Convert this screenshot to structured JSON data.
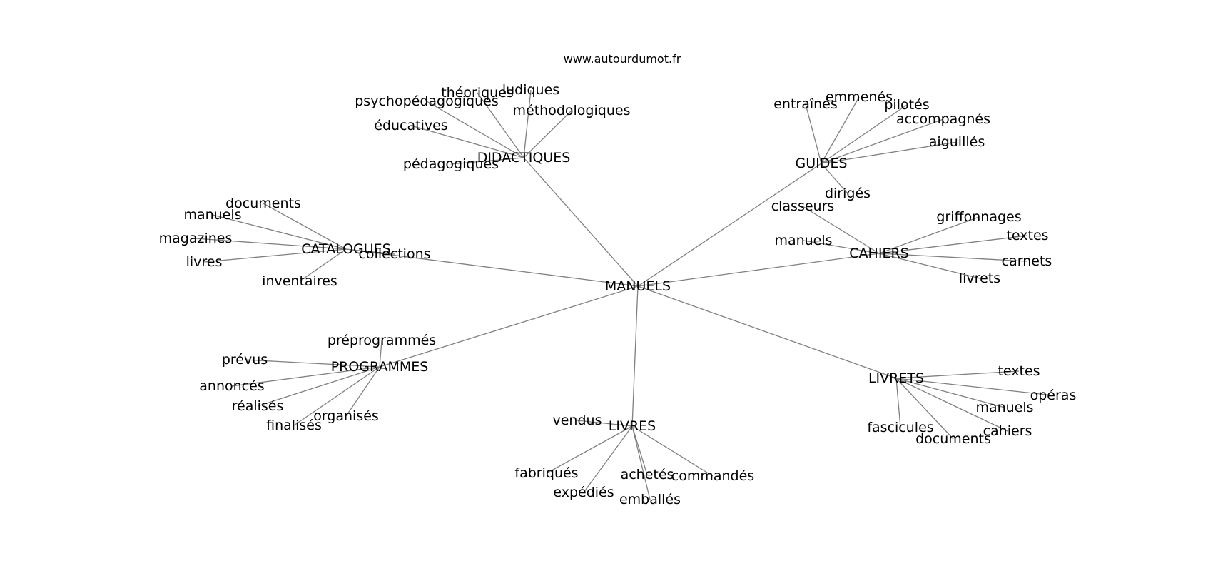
{
  "credit": "www.autourdumot.fr",
  "root": "MANUELS",
  "clusters": [
    {
      "hub": "DIDACTIQUES",
      "leaves": [
        "psychopédagogiques",
        "théoriques",
        "ludiques",
        "méthodologiques",
        "éducatives",
        "pédagogiques"
      ]
    },
    {
      "hub": "GUIDES",
      "leaves": [
        "entraînés",
        "emmenés",
        "pilotés",
        "accompagnés",
        "aiguillés",
        "dirigés"
      ]
    },
    {
      "hub": "CATALOGUES",
      "leaves": [
        "documents",
        "manuels",
        "magazines",
        "livres",
        "inventaires",
        "collections"
      ]
    },
    {
      "hub": "CAHIERS",
      "leaves": [
        "classeurs",
        "manuels",
        "griffonnages",
        "textes",
        "carnets",
        "livrets"
      ]
    },
    {
      "hub": "PROGRAMMES",
      "leaves": [
        "préprogrammés",
        "prévus",
        "annoncés",
        "réalisés",
        "finalisés",
        "organisés"
      ]
    },
    {
      "hub": "LIVRETS",
      "leaves": [
        "textes",
        "opéras",
        "manuels",
        "cahiers",
        "documents",
        "fascicules"
      ]
    },
    {
      "hub": "LIVRES",
      "leaves": [
        "vendus",
        "fabriqués",
        "expédiés",
        "achetés",
        "emballés",
        "commandés"
      ]
    }
  ]
}
